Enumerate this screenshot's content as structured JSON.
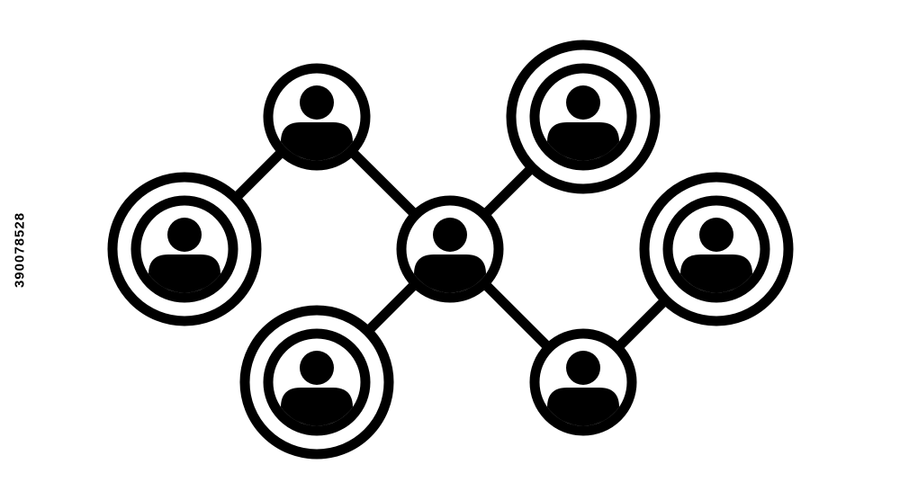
{
  "image_id_text": "390078528",
  "colors": {
    "stroke": "#000000",
    "fill": "#000000",
    "background": "#ffffff"
  },
  "icons": {
    "node": "person-icon"
  },
  "network": {
    "nodes": [
      {
        "id": "top-left",
        "rings": 1
      },
      {
        "id": "left",
        "rings": 2
      },
      {
        "id": "center",
        "rings": 1
      },
      {
        "id": "top-right",
        "rings": 2
      },
      {
        "id": "bottom-left",
        "rings": 2
      },
      {
        "id": "bottom-right",
        "rings": 1
      },
      {
        "id": "right",
        "rings": 2
      }
    ],
    "edges": [
      [
        "left",
        "top-left"
      ],
      [
        "top-left",
        "center"
      ],
      [
        "center",
        "top-right"
      ],
      [
        "center",
        "bottom-left"
      ],
      [
        "center",
        "bottom-right"
      ],
      [
        "bottom-right",
        "right"
      ]
    ]
  }
}
